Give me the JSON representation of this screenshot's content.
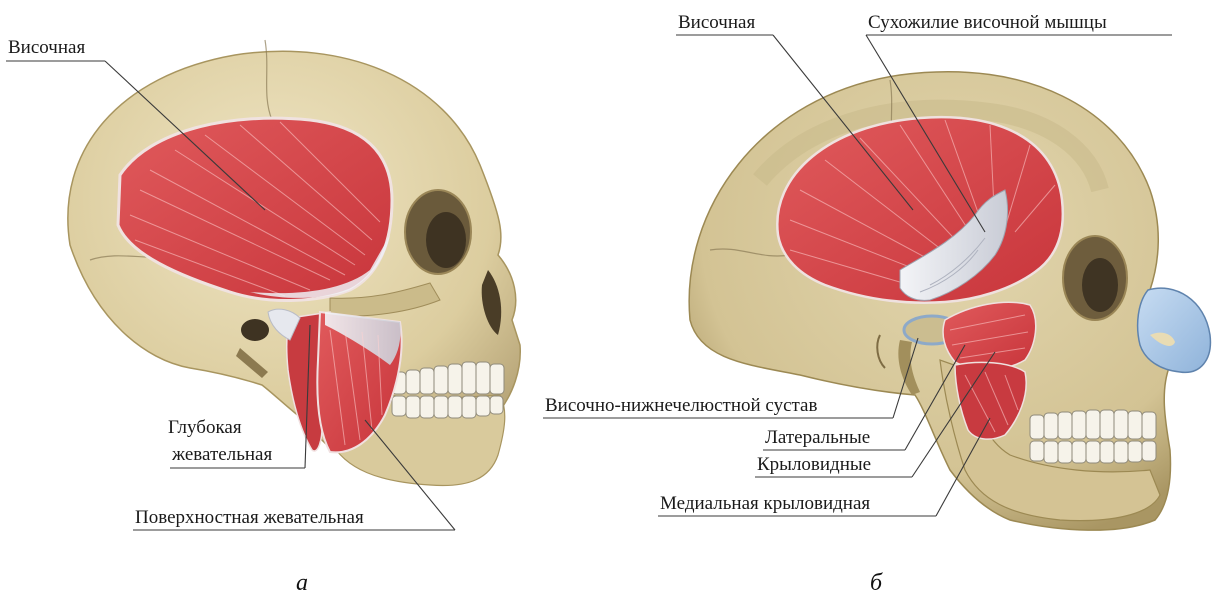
{
  "panels": {
    "a": {
      "caption": "а",
      "labels": {
        "temporal": "Височная",
        "deep_masseter_line1": "Глубокая",
        "deep_masseter_line2": "жевательная",
        "superficial_masseter": "Поверхностная жевательная"
      }
    },
    "b": {
      "caption": "б",
      "labels": {
        "temporal": "Височная",
        "temporal_tendon": "Сухожилие височной мышцы",
        "tmj": "Височно-нижнечелюстной сустав",
        "lateral": "Латеральные",
        "pterygoid": "Крыловидные",
        "medial_pterygoid": "Медиальная крыловидная"
      }
    }
  },
  "colors": {
    "bone": "#e2d5ae",
    "bone_shadow": "#b9a77a",
    "muscle": "#d9484c",
    "muscle_dark": "#b32a30",
    "tendon": "#e6e8ee",
    "cartilage": "#9fc3e6"
  }
}
